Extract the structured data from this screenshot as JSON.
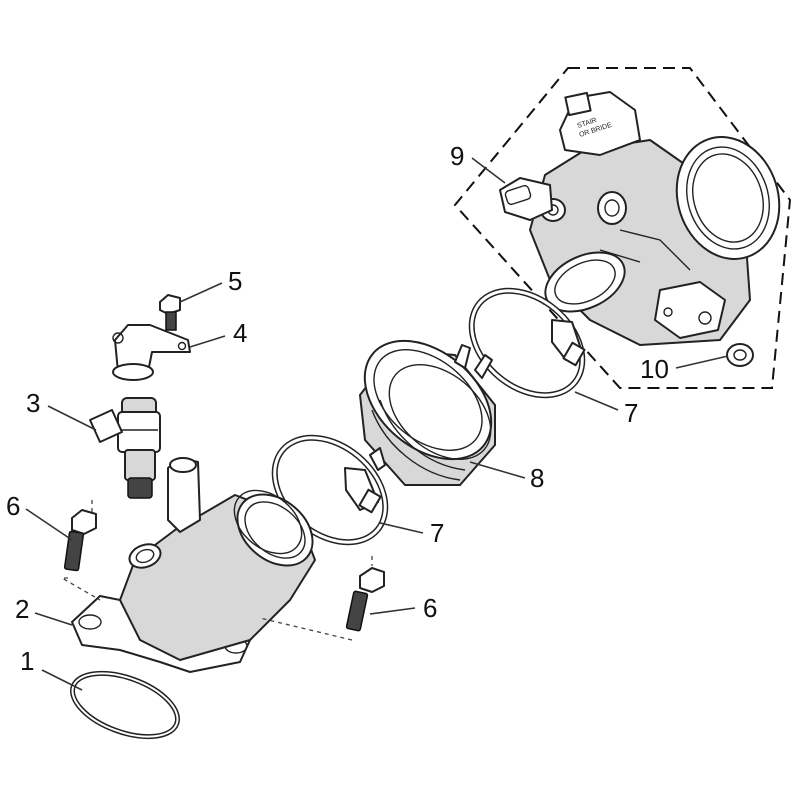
{
  "callouts": {
    "c1": "1",
    "c2": "2",
    "c3": "3",
    "c4": "4",
    "c5": "5",
    "c6a": "6",
    "c6b": "6",
    "c7a": "7",
    "c7b": "7",
    "c8": "8",
    "c9": "9",
    "c10": "10"
  },
  "colors": {
    "line": "#222222",
    "background": "#ffffff",
    "shade": "#d8d8d8"
  }
}
